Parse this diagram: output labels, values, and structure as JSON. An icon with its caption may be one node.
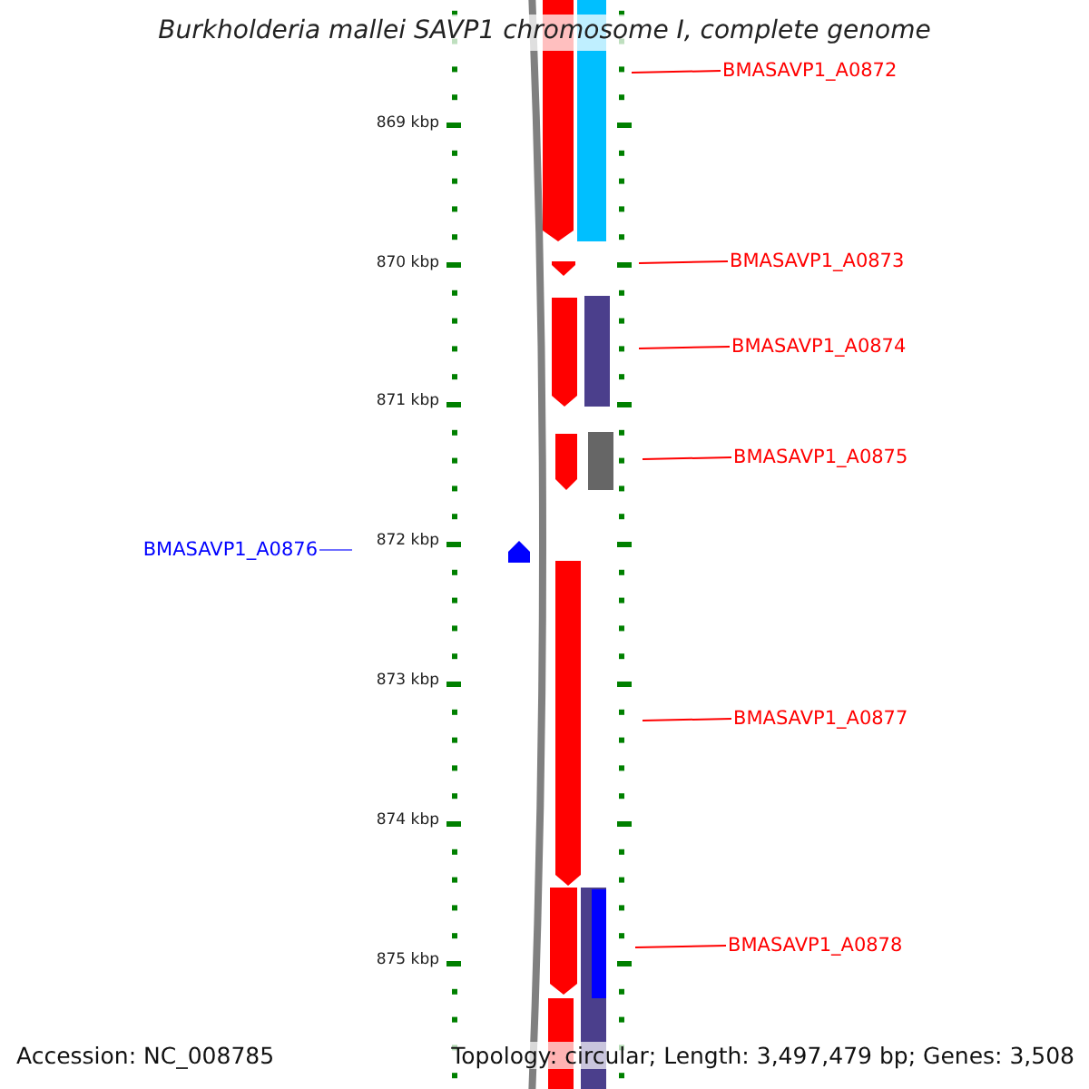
{
  "diagram": {
    "title": "Burkholderia mallei SAVP1 chromosome I, complete genome",
    "nodes": [
      {
        "text": [
          "BMASAVP1_A0872"
        ]
      },
      {
        "text": [
          "BMASAVP1_A0873"
        ]
      },
      {
        "text": [
          "BMASAVP1_A0874"
        ]
      },
      {
        "text": [
          "BMASAVP1_A0875"
        ]
      },
      {
        "text": [
          "BMASAVP1_A0876"
        ]
      },
      {
        "text": [
          "BMASAVP1_A0877"
        ]
      },
      {
        "text": [
          "BMASAVP1_A0878"
        ]
      }
    ],
    "edges": [
      {
        "from": 0,
        "to": null,
        "arrow": "none"
      },
      {
        "from": 1,
        "to": null,
        "arrow": "none"
      },
      {
        "from": 2,
        "to": null,
        "arrow": "none"
      },
      {
        "from": 3,
        "to": null,
        "arrow": "none"
      },
      {
        "from": 4,
        "to": null,
        "arrow": "none",
        "color": "#6f6fff"
      },
      {
        "from": 5,
        "to": null,
        "arrow": "none"
      },
      {
        "from": 6,
        "to": null,
        "arrow": "none"
      }
    ],
    "labels": [
      "869 kbp",
      "870 kbp",
      "871 kbp",
      "872 kbp",
      "873 kbp",
      "874 kbp",
      "875 kbp",
      "Accession: NC_008785",
      "Topology: circular; Length: 3,497,479 bp; Genes: 3,508"
    ]
  }
}
